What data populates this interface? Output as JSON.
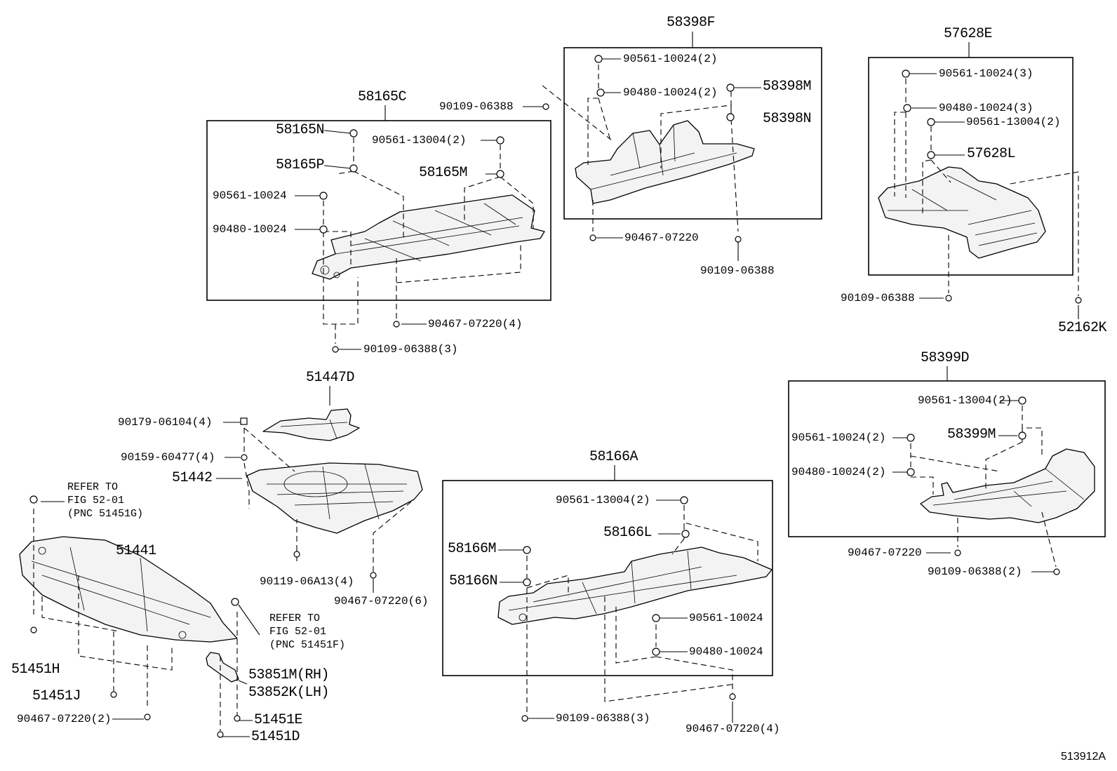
{
  "diagram_id": "513912A",
  "groups": {
    "g58165C": "58165C",
    "g58398F": "58398F",
    "g57628E": "57628E",
    "g58399D": "58399D",
    "g58166A": "58166A",
    "g51447D": "51447D",
    "g51442": "51442",
    "g51441": "51441"
  },
  "parts": {
    "p58165N": "58165N",
    "p58165P": "58165P",
    "p58165M": "58165M",
    "p58398M": "58398M",
    "p58398N": "58398N",
    "p57628L": "57628L",
    "p52162K": "52162K",
    "p58399M": "58399M",
    "p58166L": "58166L",
    "p58166M": "58166M",
    "p58166N": "58166N",
    "p51451H": "51451H",
    "p51451J": "51451J",
    "p51451E": "51451E",
    "p51451D": "51451D",
    "p53851M": "53851M(RH)",
    "p53852K": "53852K(LH)"
  },
  "fasteners": {
    "f_90561_13004_2_a": "90561-13004(2)",
    "f_90561_10024_a": "90561-10024",
    "f_90480_10024_a": "90480-10024",
    "f_90467_07220_4_a": "90467-07220(4)",
    "f_90109_06388_3_a": "90109-06388(3)",
    "f_90109_06388_a": "90109-06388",
    "f_90561_10024_2_b": "90561-10024(2)",
    "f_90480_10024_2_b": "90480-10024(2)",
    "f_90467_07220_b": "90467-07220",
    "f_90109_06388_b": "90109-06388",
    "f_90561_10024_3_c": "90561-10024(3)",
    "f_90480_10024_3_c": "90480-10024(3)",
    "f_90561_13004_2_c": "90561-13004(2)",
    "f_90109_06388_c": "90109-06388",
    "f_90561_13004_2_d": "90561-13004(2)",
    "f_90561_10024_2_d": "90561-10024(2)",
    "f_90480_10024_2_d": "90480-10024(2)",
    "f_90467_07220_d": "90467-07220",
    "f_90109_06388_2_d": "90109-06388(2)",
    "f_90561_13004_2_e": "90561-13004(2)",
    "f_90561_10024_e": "90561-10024",
    "f_90480_10024_e": "90480-10024",
    "f_90109_06388_3_e": "90109-06388(3)",
    "f_90467_07220_4_e": "90467-07220(4)",
    "f_90179_06104_4": "90179-06104(4)",
    "f_90159_60477_4": "90159-60477(4)",
    "f_90119_06A13_4": "90119-06A13(4)",
    "f_90467_07220_6": "90467-07220(6)",
    "f_90467_07220_2_g": "90467-07220(2)"
  },
  "references": {
    "ref_g": "REFER TO\nFIG 52-01\n(PNC 51451G)",
    "ref_f": "REFER TO\nFIG 52-01\n(PNC 51451F)"
  }
}
